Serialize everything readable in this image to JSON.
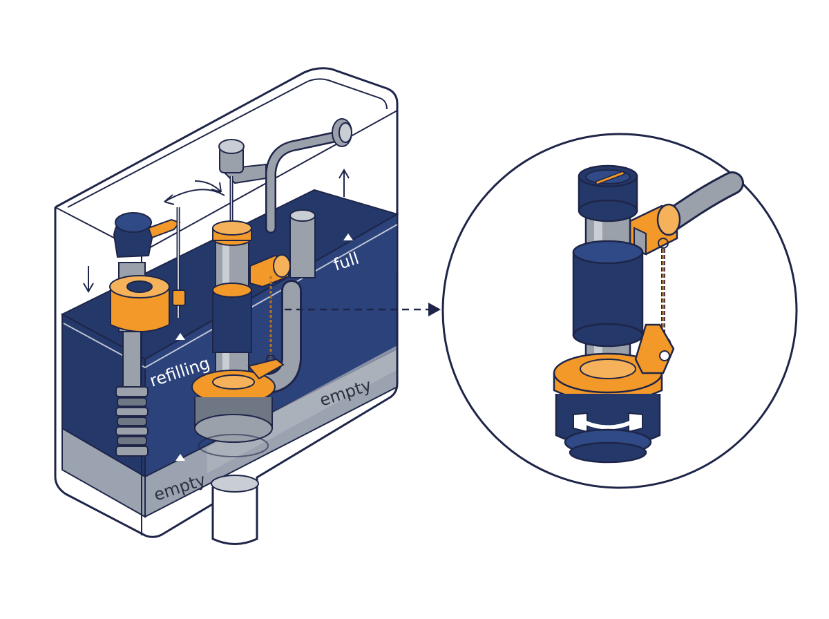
{
  "labels": {
    "full": "full",
    "refilling": "refilling",
    "empty_right": "empty",
    "empty_left": "empty"
  },
  "colors": {
    "outline": "#1e2548",
    "water_dark": "#24386a",
    "water_light": "#9ba3b0",
    "orange": "#f2992a",
    "steel": "#9aa1ab",
    "steel_light": "#c9ced5",
    "glass": "#ffffff",
    "label_text": "#ffffff",
    "label_text_dark": "#2a3140"
  }
}
